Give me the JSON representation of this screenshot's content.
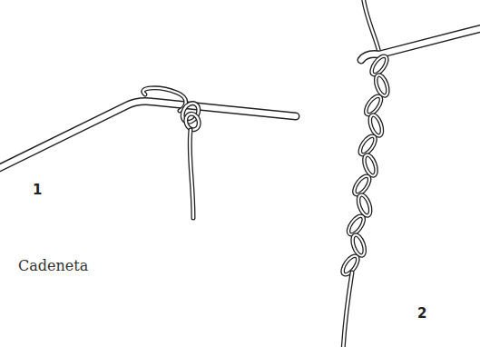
{
  "diagram": {
    "caption": "Cadeneta",
    "labels": [
      "1",
      "2"
    ]
  }
}
